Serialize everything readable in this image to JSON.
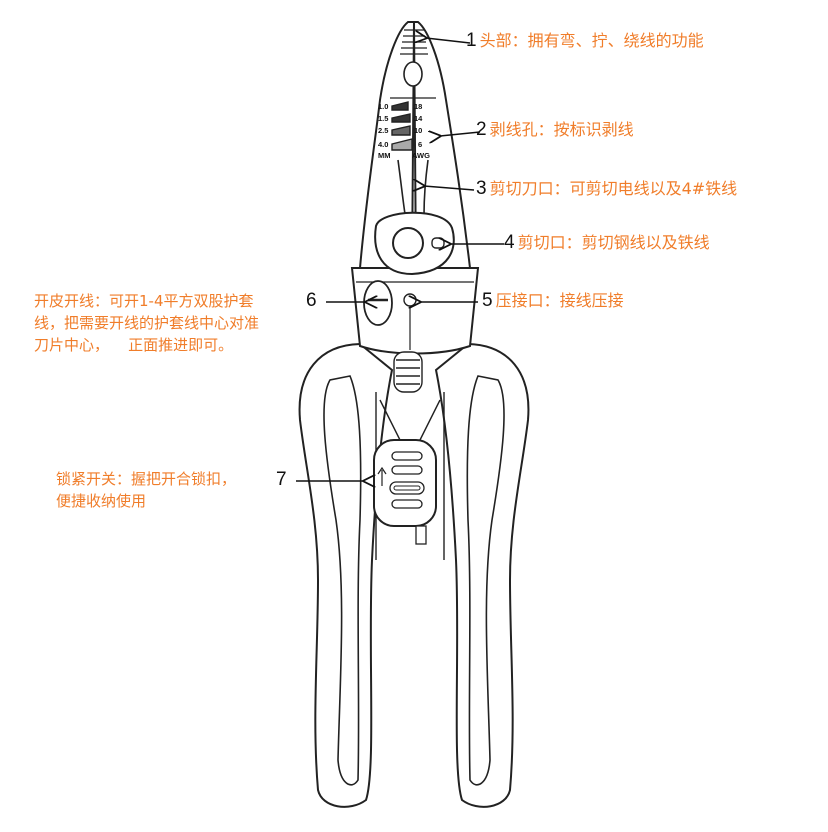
{
  "gauge": {
    "mm": [
      "1.0",
      "1.5",
      "2.5",
      "4.0"
    ],
    "awg": [
      "18",
      "14",
      "10",
      "6"
    ],
    "mm_unit": "MM",
    "awg_unit": "AWG"
  },
  "labels": {
    "l1": {
      "num": "1",
      "text": "头部：拥有弯、拧、绕线的功能"
    },
    "l2": {
      "num": "2",
      "text": "剥线孔：按标识剥线"
    },
    "l3": {
      "num": "3",
      "text": "剪切刀口：可剪切电线以及4#铁线"
    },
    "l4": {
      "num": "4",
      "text": "剪切口：剪切钢线以及铁线"
    },
    "l5": {
      "num": "5",
      "text": "压接口：接线压接"
    },
    "l6": {
      "num": "6",
      "lines": [
        "开皮开线：可开1-4平方双股护套",
        "线，把需要开线的护套线中心对准",
        "刀片中心，    正面推进即可。"
      ]
    },
    "l7": {
      "num": "7",
      "lines": [
        "锁紧开关：握把开合锁扣，",
        "便捷收纳使用"
      ]
    }
  },
  "colors": {
    "accent": "#f07d2a",
    "ink": "#111111",
    "outline": "#222222"
  }
}
